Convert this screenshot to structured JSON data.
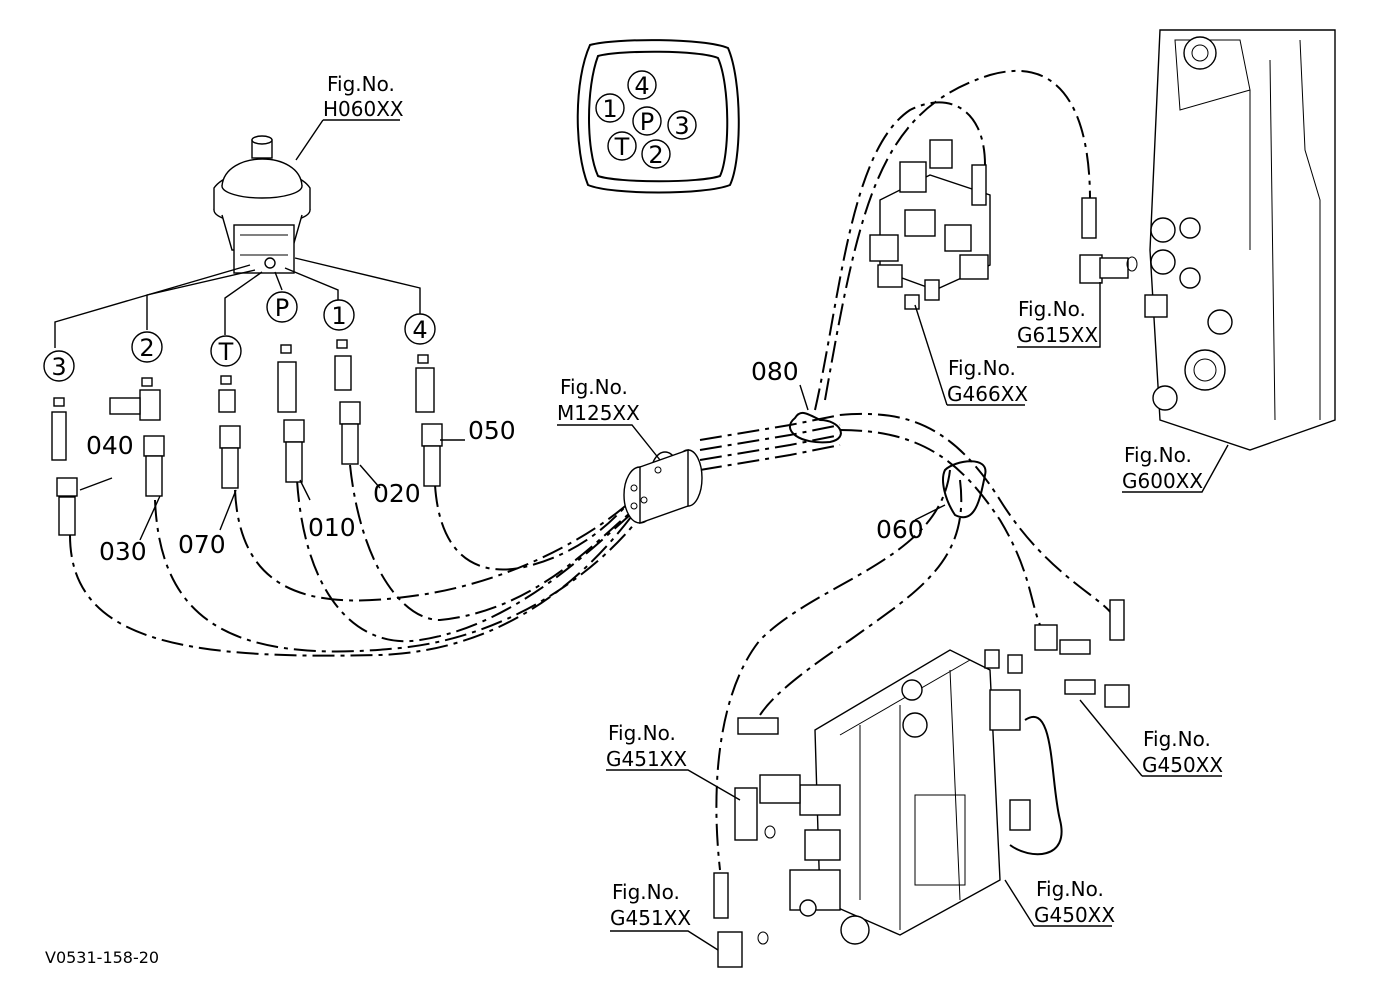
{
  "fig_labels": {
    "h060": [
      "Fig.No.",
      "H060XX"
    ],
    "m125": [
      "Fig.No.",
      "M125XX"
    ],
    "g466": [
      "Fig.No.",
      "G466XX"
    ],
    "g615": [
      "Fig.No.",
      "G615XX"
    ],
    "g600": [
      "Fig.No.",
      "G600XX"
    ],
    "g451a": [
      "Fig.No.",
      "G451XX"
    ],
    "g451b": [
      "Fig.No.",
      "G451XX"
    ],
    "g450a": [
      "Fig.No.",
      "G450XX"
    ],
    "g450b": [
      "Fig.No.",
      "G450XX"
    ]
  },
  "part_numbers": {
    "p010": "010",
    "p020": "020",
    "p030": "030",
    "p040": "040",
    "p050": "050",
    "p060": "060",
    "p070": "070",
    "p080": "080"
  },
  "port_markers": {
    "m3": "3",
    "m2": "2",
    "mT": "T",
    "mP": "P",
    "m1": "1",
    "m4": "4"
  },
  "port_pattern": {
    "p4": "4",
    "p1": "1",
    "pP": "P",
    "p3": "3",
    "pT": "T",
    "p2": "2"
  },
  "drawing_code": "V0531-158-20"
}
